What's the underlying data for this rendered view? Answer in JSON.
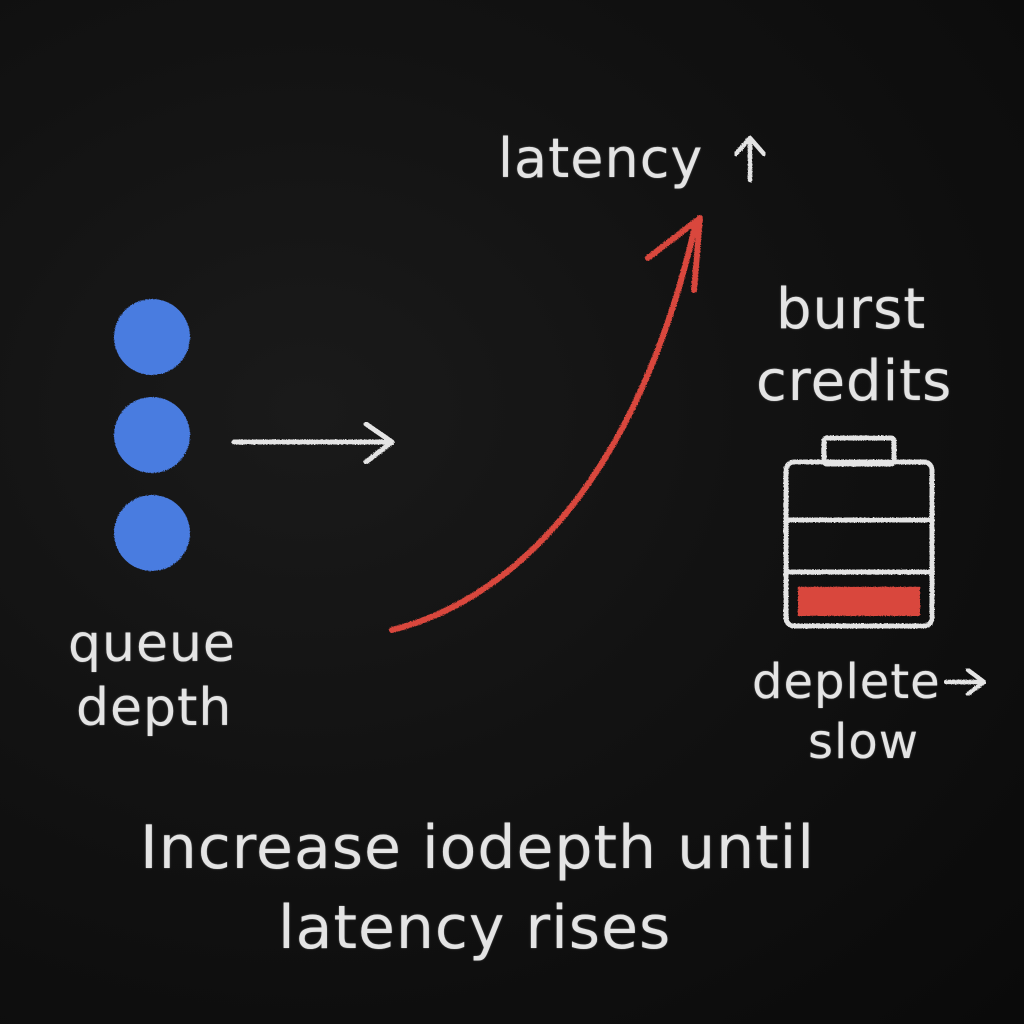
{
  "labels": {
    "latency": "latency",
    "burst_line1": "burst",
    "burst_line2": "credits",
    "queue_line1": "queue",
    "queue_line2": "depth",
    "deplete_line1": "deplete",
    "deplete_line2": "slow"
  },
  "caption": {
    "line1": "Increase iodepth until",
    "line2": "latency rises"
  },
  "colors": {
    "chalk_white": "#e4e4e4",
    "chalk_blue": "#4a7be0",
    "chalk_red": "#d9473d",
    "board": "#111111"
  },
  "icons": {
    "queue_items": [
      "queue-dot-icon",
      "queue-dot-icon",
      "queue-dot-icon"
    ],
    "arrow": "right-arrow-icon",
    "curve": "rising-curve-arrow-icon",
    "battery": "battery-icon",
    "up_arrow": "up-arrow-icon"
  },
  "battery": {
    "charge_level": 0.2
  }
}
